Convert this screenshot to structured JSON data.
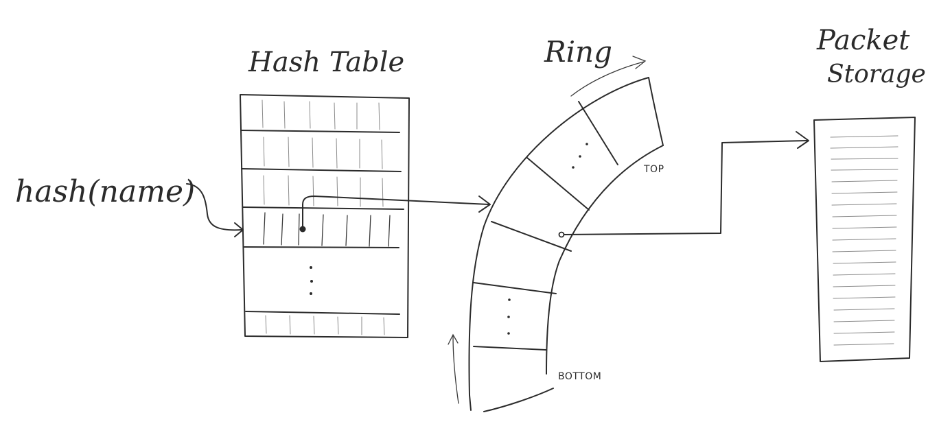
{
  "labels": {
    "hash_table": "Hash Table",
    "ring": "Ring",
    "packet_line1": "Packet",
    "packet_line2": "Storage",
    "hash_input": "hash(name)",
    "top": "TOP",
    "bottom": "BOTTOM"
  },
  "colors": {
    "ink": "#2b2b2b",
    "background": "#ffffff"
  }
}
